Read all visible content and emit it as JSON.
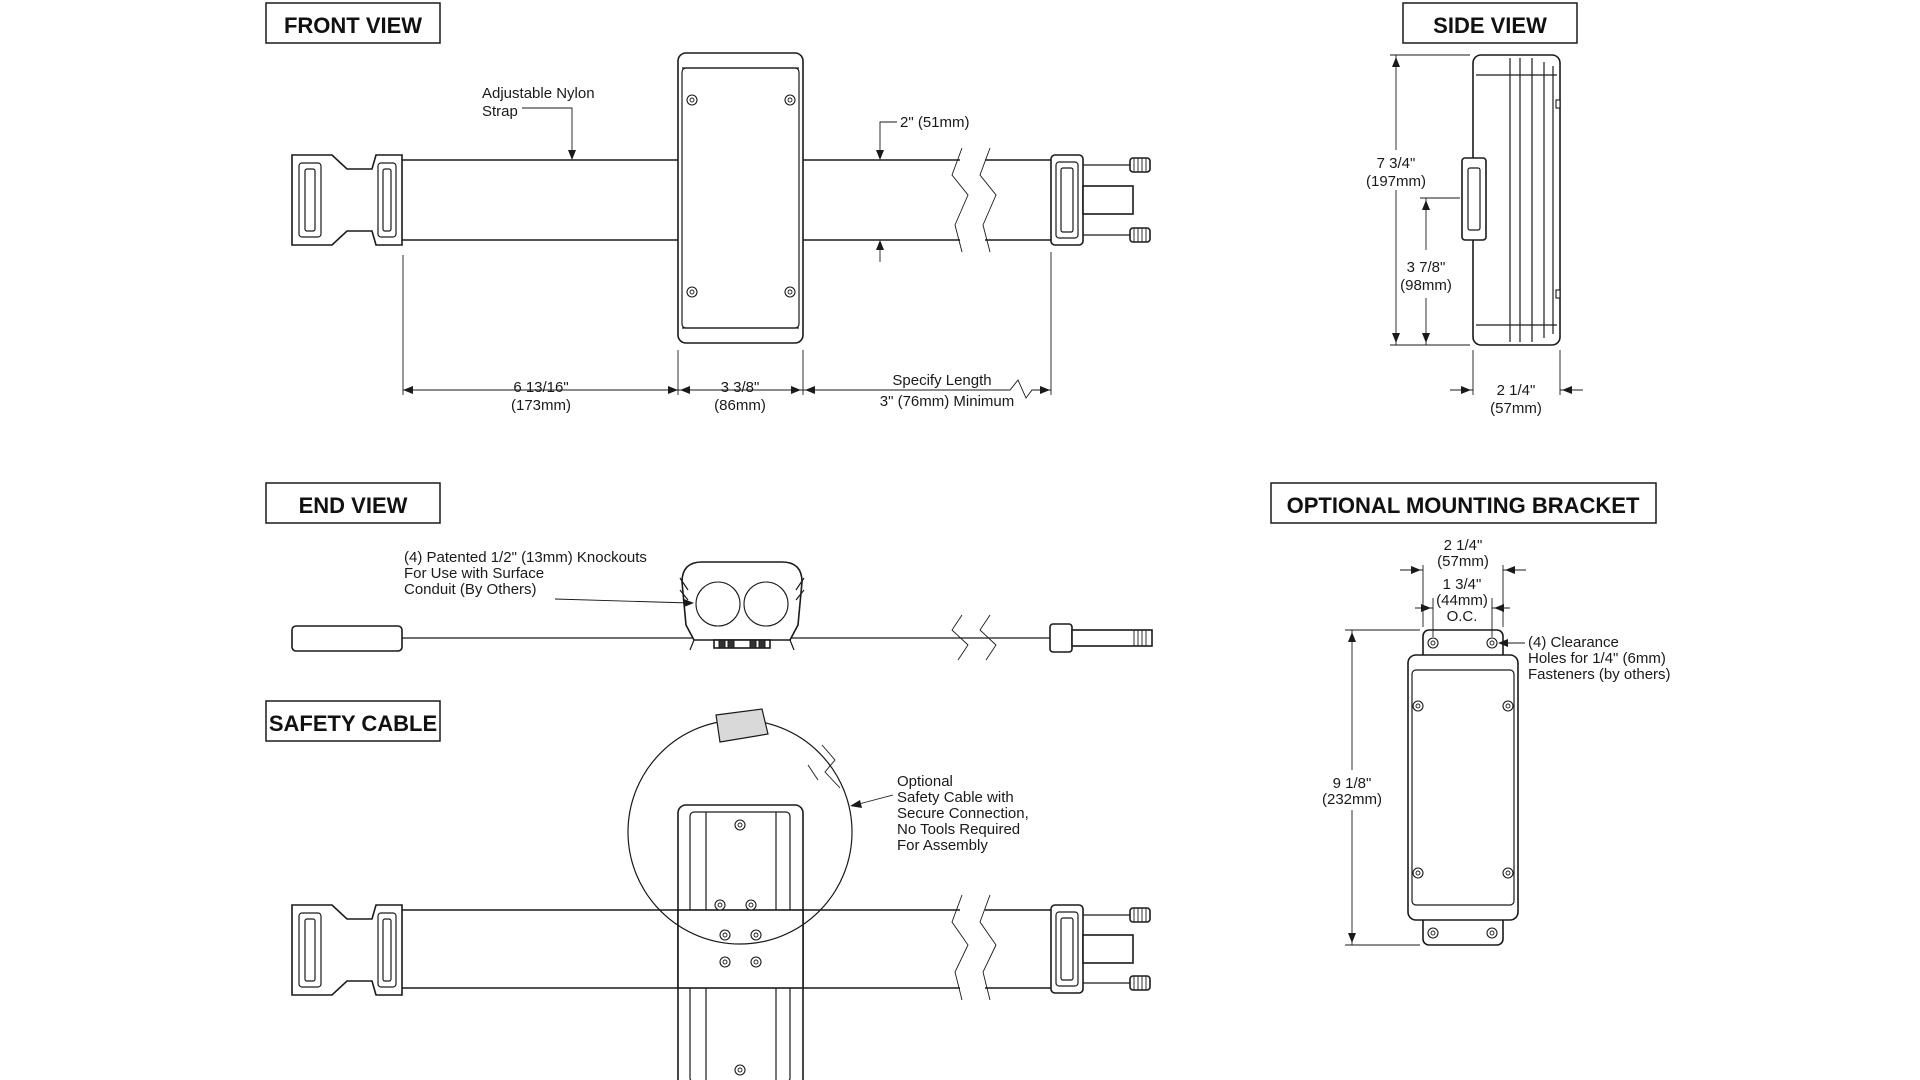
{
  "titles": {
    "front_view": "FRONT VIEW",
    "side_view": "SIDE VIEW",
    "end_view": "END VIEW",
    "optional_mounting_bracket": "OPTIONAL MOUNTING BRACKET",
    "safety_cable": "SAFETY CABLE"
  },
  "front": {
    "strap_label": [
      "Adjustable Nylon",
      "Strap"
    ],
    "strap_width": "2\" (51mm)",
    "left_length": [
      "6 13/16\"",
      "(173mm)"
    ],
    "body_width": [
      "3 3/8\"",
      "(86mm)"
    ],
    "specify_length": [
      "Specify Length",
      "3\" (76mm) Minimum"
    ]
  },
  "side": {
    "height": [
      "7 3/4\"",
      "(197mm)"
    ],
    "half_height": [
      "3 7/8\"",
      "(98mm)"
    ],
    "depth": [
      "2 1/4\"",
      "(57mm)"
    ]
  },
  "end": {
    "knockouts": [
      "(4) Patented 1/2\" (13mm) Knockouts",
      "For Use with Surface",
      "Conduit (By Others)"
    ]
  },
  "bracket": {
    "width": [
      "2 1/4\"",
      "(57mm)"
    ],
    "hole_spacing": [
      "1 3/4\"",
      "(44mm)",
      "O.C."
    ],
    "clearance": [
      "(4) Clearance",
      "Holes for 1/4\" (6mm)",
      "Fasteners (by others)"
    ],
    "height": [
      "9 1/8\"",
      "(232mm)"
    ]
  },
  "safety": {
    "note": [
      "Optional",
      "Safety Cable with",
      "Secure Connection,",
      "No Tools Required",
      "For Assembly"
    ]
  }
}
